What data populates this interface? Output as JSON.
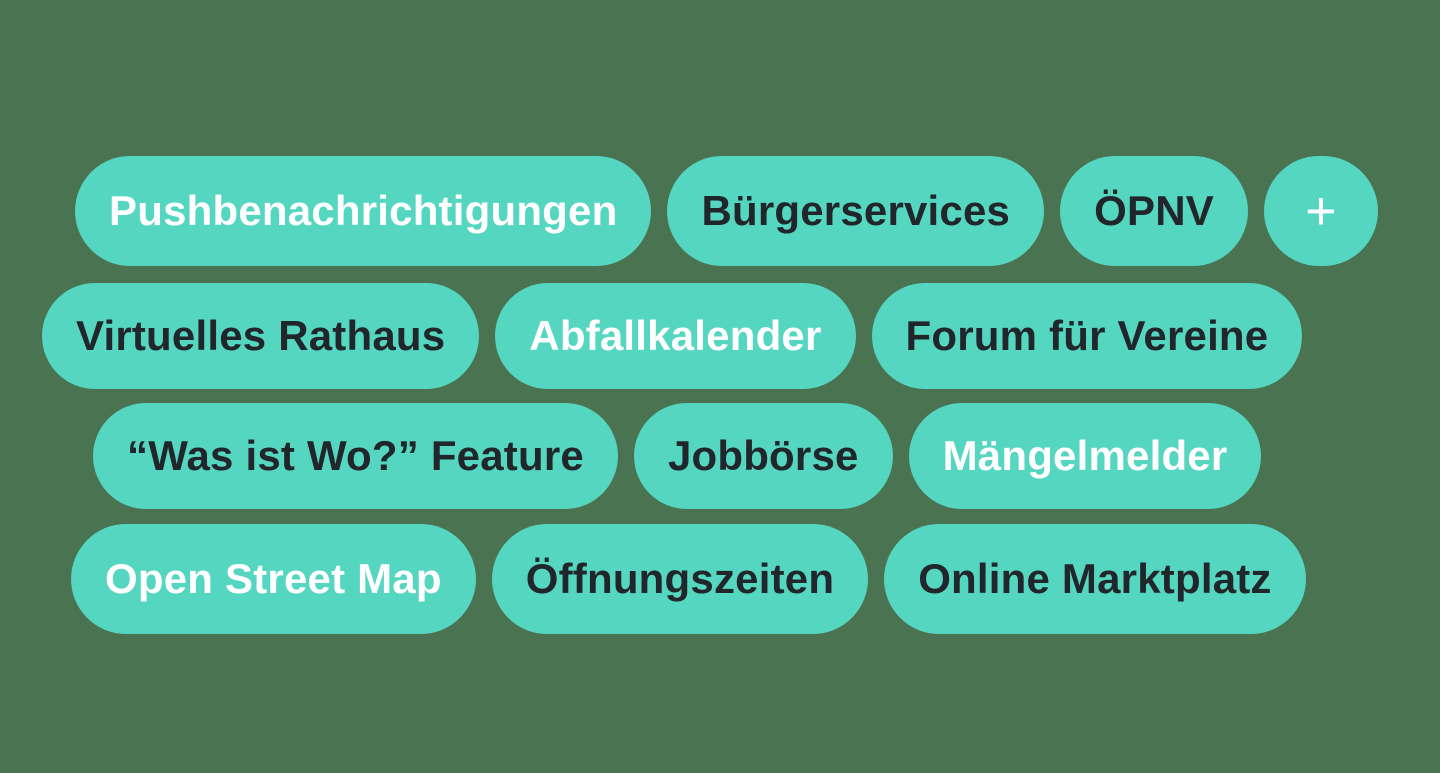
{
  "theme": {
    "background": "#497351",
    "pill": "#54d6c0",
    "text_dark": "#21262b",
    "text_light": "#ffffff"
  },
  "rows": [
    {
      "pills": [
        {
          "label": "Pushbenachrichtigungen",
          "text_style": "light"
        },
        {
          "label": "Bürgerservices",
          "text_style": "dark"
        },
        {
          "label": "ÖPNV",
          "text_style": "dark"
        },
        {
          "label": "+",
          "text_style": "light"
        }
      ]
    },
    {
      "pills": [
        {
          "label": "Virtuelles Rathaus",
          "text_style": "dark"
        },
        {
          "label": "Abfallkalender",
          "text_style": "light"
        },
        {
          "label": "Forum für Vereine",
          "text_style": "dark"
        }
      ]
    },
    {
      "pills": [
        {
          "label": "“Was ist Wo?” Feature",
          "text_style": "dark"
        },
        {
          "label": "Jobbörse",
          "text_style": "dark"
        },
        {
          "label": "Mängelmelder",
          "text_style": "light"
        }
      ]
    },
    {
      "pills": [
        {
          "label": "Open Street Map",
          "text_style": "light"
        },
        {
          "label": "Öffnungszeiten",
          "text_style": "dark"
        },
        {
          "label": "Online Marktplatz",
          "text_style": "dark"
        }
      ]
    }
  ]
}
